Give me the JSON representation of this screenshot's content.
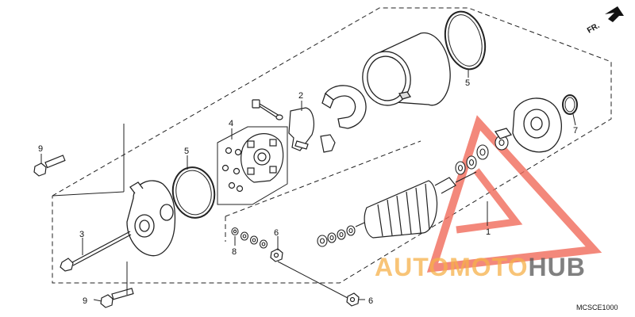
{
  "diagram": {
    "direction_label": "FR.",
    "diagram_code": "MCSCE1000",
    "callouts": {
      "armature": "1",
      "brush_holder": "2",
      "through_bolt": "3",
      "brush_plate": "4",
      "o_ring_front": "5",
      "o_ring_rear": "5",
      "nut_upper": "6",
      "nut_lower": "6",
      "o_ring_small": "7",
      "insulator_washer": "8",
      "bolt_upper": "9",
      "bolt_lower": "9"
    }
  },
  "watermark": {
    "part_a": "AUTOMOTO",
    "part_b": "HUB",
    "accent_color": "#f06a5a",
    "text_color": "#f5b04a"
  }
}
